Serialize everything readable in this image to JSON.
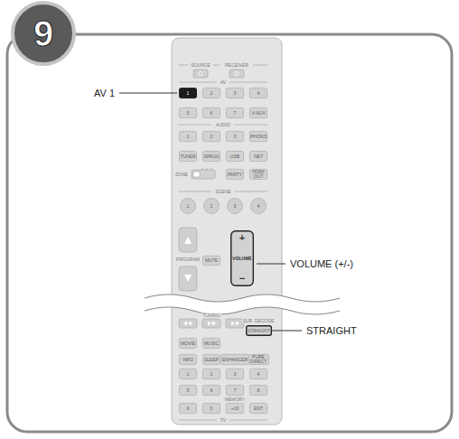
{
  "diagram": {
    "nodes": [
      {
        "text": [
          "9"
        ]
      },
      {
        "text": [
          "1"
        ]
      },
      {
        "text": [
          "2"
        ]
      },
      {
        "text": [
          "3"
        ]
      },
      {
        "text": [
          "4"
        ]
      },
      {
        "text": [
          "5"
        ]
      },
      {
        "text": [
          "6"
        ]
      },
      {
        "text": [
          "7"
        ]
      },
      {
        "text": [
          "V-AUX"
        ]
      },
      {
        "text": [
          "1"
        ]
      },
      {
        "text": [
          "2"
        ]
      },
      {
        "text": [
          "3"
        ]
      },
      {
        "text": [
          "PHONO"
        ]
      },
      {
        "text": [
          "TUNER"
        ]
      },
      {
        "text": [
          "SIRIUS"
        ]
      },
      {
        "text": [
          "USB"
        ]
      },
      {
        "text": [
          "NET"
        ]
      },
      {
        "text": [
          "PARTY"
        ]
      },
      {
        "text": [
          "HDMI OUT"
        ]
      },
      {
        "text": [
          "1"
        ]
      },
      {
        "text": [
          "2"
        ]
      },
      {
        "text": [
          "3"
        ]
      },
      {
        "text": [
          "4"
        ]
      },
      {
        "text": [
          "MUTE"
        ]
      },
      {
        "text": [
          "+",
          "VOLUME",
          "−"
        ]
      },
      {
        "text": [
          "STRAIGHT"
        ]
      },
      {
        "text": [
          "MOVIE"
        ]
      },
      {
        "text": [
          "MUSIC"
        ]
      },
      {
        "text": [
          "INFO"
        ]
      },
      {
        "text": [
          "SLEEP"
        ]
      },
      {
        "text": [
          "ENHANCER"
        ]
      },
      {
        "text": [
          "PURE DIRECT"
        ]
      },
      {
        "text": [
          "1"
        ]
      },
      {
        "text": [
          "2"
        ]
      },
      {
        "text": [
          "3"
        ]
      },
      {
        "text": [
          "4"
        ]
      },
      {
        "text": [
          "5"
        ]
      },
      {
        "text": [
          "6"
        ]
      },
      {
        "text": [
          "7"
        ]
      },
      {
        "text": [
          "8"
        ]
      },
      {
        "text": [
          "9"
        ]
      },
      {
        "text": [
          "0"
        ]
      },
      {
        "text": [
          "+10"
        ]
      },
      {
        "text": [
          "ENT"
        ]
      }
    ],
    "labels": [
      "SOURCE",
      "RECEIVER",
      "AV",
      "AUDIO",
      "ZONE",
      "SCENE",
      "PROGRAM",
      "TUNING",
      "SUR. DECODE",
      "MEMORY",
      "TV",
      "AV 1",
      "VOLUME (+/-)",
      "STRAIGHT"
    ]
  }
}
